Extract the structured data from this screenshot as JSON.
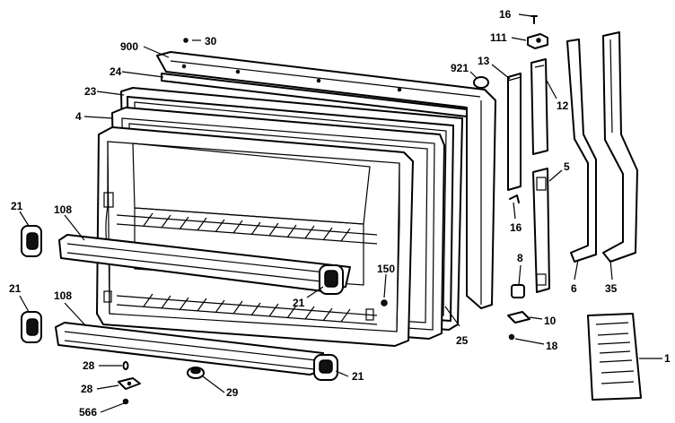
{
  "callouts": {
    "c900": "900",
    "c30": "30",
    "c24": "24",
    "c23": "23",
    "c4": "4",
    "c921": "921",
    "c13": "13",
    "c16a": "16",
    "c111": "111",
    "c12": "12",
    "c5": "5",
    "c16b": "16",
    "c8": "8",
    "c6": "6",
    "c35": "35",
    "c150": "150",
    "c21a": "21",
    "c108a": "108",
    "c21b": "21",
    "c108b": "108",
    "c21c": "21",
    "c21d": "21",
    "c25": "25",
    "c10": "10",
    "c18": "18",
    "c1": "1",
    "c28a": "28",
    "c28b": "28",
    "c566": "566",
    "c29": "29"
  },
  "colors": {
    "ink": "#000000",
    "paper": "#ffffff"
  }
}
